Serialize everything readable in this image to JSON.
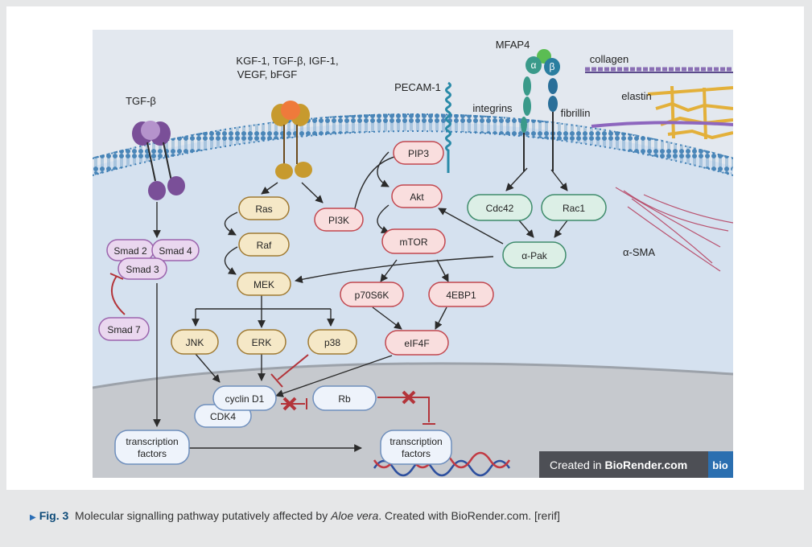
{
  "nodes": {
    "tgfb": "TGF-β",
    "growth_factors_1": "KGF-1, TGF-β, IGF-1,",
    "growth_factors_2": "VEGF, bFGF",
    "pecam": "PECAM-1",
    "mfap4": "MFAP4",
    "alpha": "α",
    "beta": "β",
    "integrins": "integrins",
    "fibrillin": "fibrillin",
    "collagen": "collagen",
    "elastin": "elastin",
    "asma": "α-SMA",
    "smad2": "Smad 2",
    "smad4": "Smad 4",
    "smad3": "Smad 3",
    "smad7": "Smad 7",
    "ras": "Ras",
    "raf": "Raf",
    "mek": "MEK",
    "pi3k": "PI3K",
    "pip3": "PIP3",
    "akt": "Akt",
    "mtor": "mTOR",
    "p70s6k": "p70S6K",
    "ebp1": "4EBP1",
    "eif4f": "eIF4F",
    "cdc42": "Cdc42",
    "rac1": "Rac1",
    "apak": "α-Pak",
    "jnk": "JNK",
    "erk": "ERK",
    "p38": "p38",
    "cyclin_d1": "cyclin D1",
    "cdk4": "CDK4",
    "rb": "Rb",
    "tf_left_1": "transcription",
    "tf_left_2": "factors",
    "tf_right_1": "transcription",
    "tf_right_2": "factors"
  },
  "watermark": {
    "text_prefix": "Created in ",
    "text_brand": "BioRender.com",
    "logo": "bio"
  },
  "caption": {
    "fig_label": "Fig. 3",
    "text_before": "Molecular signalling pathway putatively affected by ",
    "italic": "Aloe vera",
    "text_after": ". Created with BioRender.com. [rerif]"
  },
  "colors": {
    "red_node_fill": "#f9dede",
    "red_node_stroke": "#c2474f",
    "tan_node_fill": "#f5e8c7",
    "tan_node_stroke": "#a07a32",
    "green_node_fill": "#dcefe6",
    "green_node_stroke": "#3f8c6c",
    "purple_node_fill": "#ead7ef",
    "purple_node_stroke": "#9b64ad",
    "blue_node_fill": "#eef3fb",
    "blue_node_stroke": "#6f8fbd",
    "inhibit": "#b3343a"
  }
}
